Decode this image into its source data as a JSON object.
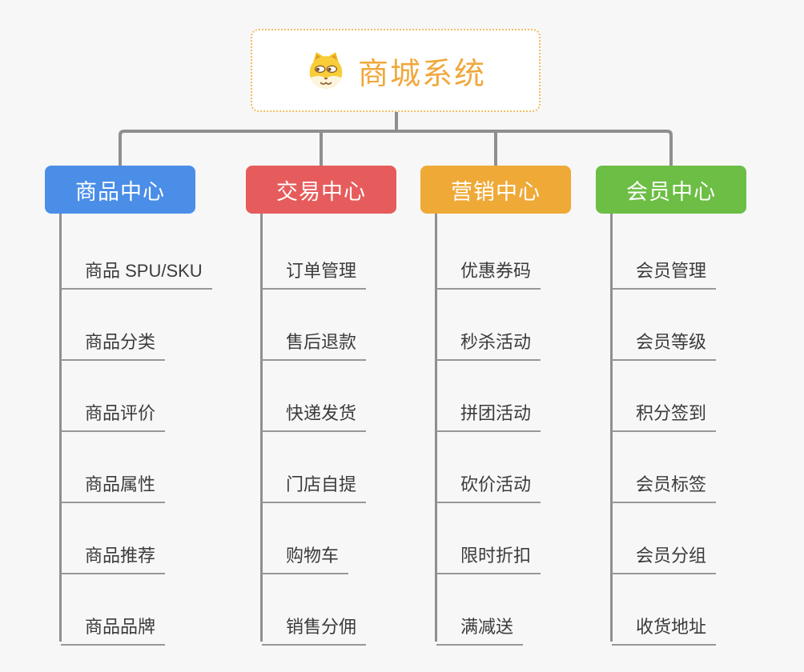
{
  "root": {
    "title": "商城系统",
    "icon": "shiba-dog-icon"
  },
  "branches": [
    {
      "label": "商品中心",
      "color": "#4b8ee8",
      "items": [
        "商品 SPU/SKU",
        "商品分类",
        "商品评价",
        "商品属性",
        "商品推荐",
        "商品品牌"
      ]
    },
    {
      "label": "交易中心",
      "color": "#e65c5c",
      "items": [
        "订单管理",
        "售后退款",
        "快递发货",
        "门店自提",
        "购物车",
        "销售分佣"
      ]
    },
    {
      "label": "营销中心",
      "color": "#efa937",
      "items": [
        "优惠券码",
        "秒杀活动",
        "拼团活动",
        "砍价活动",
        "限时折扣",
        "满减送"
      ]
    },
    {
      "label": "会员中心",
      "color": "#6cbe44",
      "items": [
        "会员管理",
        "会员等级",
        "积分签到",
        "会员标签",
        "会员分组",
        "收货地址"
      ]
    }
  ],
  "palette": {
    "root_accent": "#f0a83c",
    "root_border": "#f3bb61",
    "connector_gray": "#8f8f8f",
    "child_text": "#3b3b3b",
    "background": "#f7f7f7"
  }
}
